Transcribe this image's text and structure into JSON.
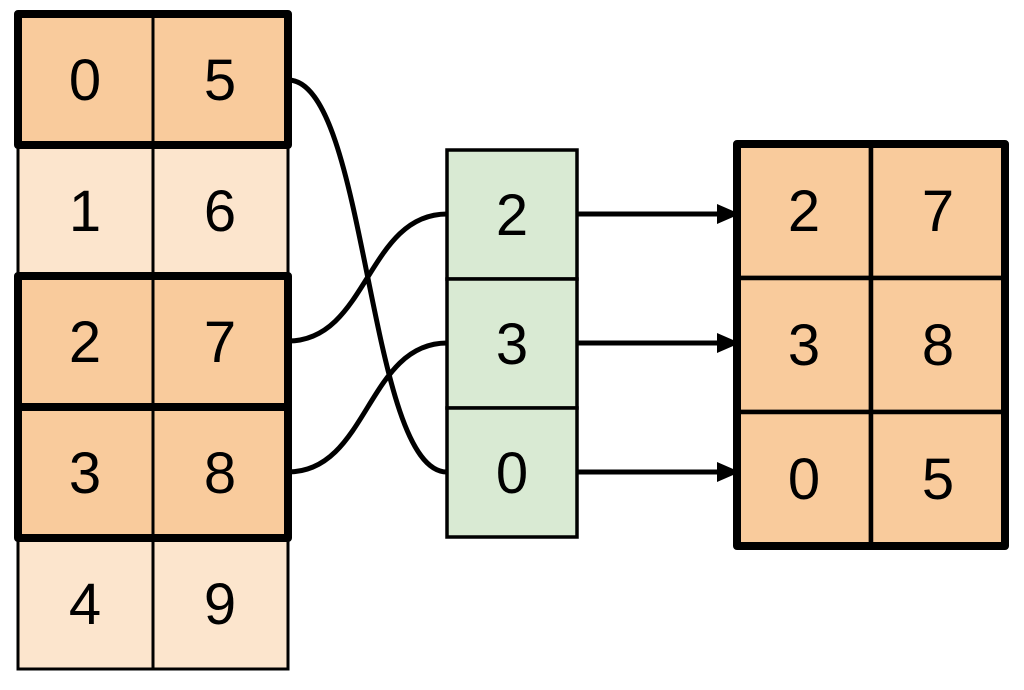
{
  "colors": {
    "selected_fill": "#f9cb9c",
    "unselected_fill": "#fce5cd",
    "index_fill": "#d9ead3",
    "stroke": "#000000"
  },
  "source_table": {
    "rows": [
      {
        "index": "0",
        "value": "5",
        "selected": true
      },
      {
        "index": "1",
        "value": "6",
        "selected": false
      },
      {
        "index": "2",
        "value": "7",
        "selected": true
      },
      {
        "index": "3",
        "value": "8",
        "selected": true
      },
      {
        "index": "4",
        "value": "9",
        "selected": false
      }
    ]
  },
  "index_list": {
    "values": [
      "2",
      "3",
      "0"
    ]
  },
  "result_table": {
    "rows": [
      {
        "index": "2",
        "value": "7"
      },
      {
        "index": "3",
        "value": "8"
      },
      {
        "index": "0",
        "value": "5"
      }
    ]
  }
}
